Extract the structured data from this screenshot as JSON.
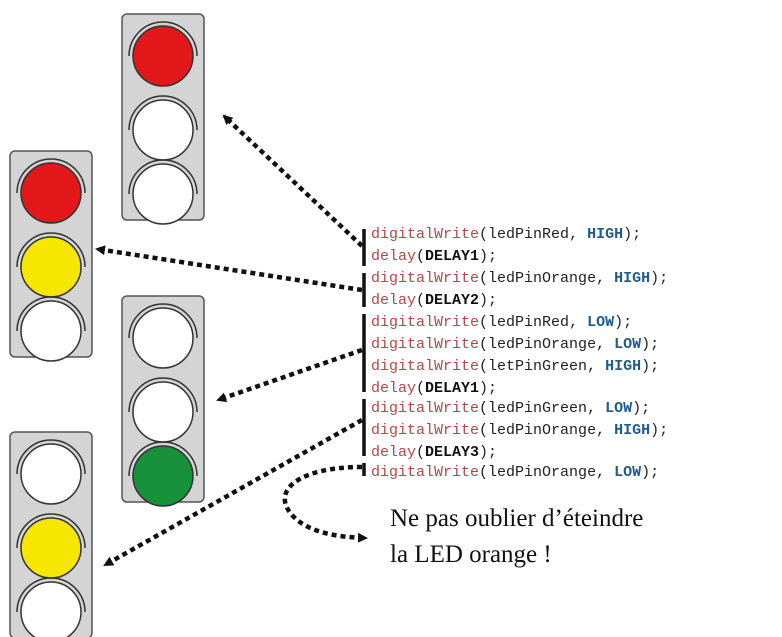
{
  "colors": {
    "red": "#e3181b",
    "yellow": "#f6e600",
    "green": "#17923a",
    "off": "#ffffff",
    "housing": "#d4d4d4",
    "function_text": "#b34747",
    "keyword_text": "#1d5c8c"
  },
  "traffic_lights": [
    {
      "id": "tl-red-only",
      "lamps": [
        "red",
        "off",
        "off"
      ]
    },
    {
      "id": "tl-red-orange",
      "lamps": [
        "red",
        "yellow",
        "off"
      ]
    },
    {
      "id": "tl-green-only",
      "lamps": [
        "off",
        "off",
        "green"
      ]
    },
    {
      "id": "tl-orange-only",
      "lamps": [
        "off",
        "yellow",
        "off"
      ]
    }
  ],
  "code": [
    {
      "func": "digitalWrite",
      "arg": "ledPinRed",
      "value": "HIGH"
    },
    {
      "func": "delay",
      "value": "DELAY1"
    },
    {
      "func": "digitalWrite",
      "arg": "ledPinOrange",
      "value": "HIGH"
    },
    {
      "func": "delay",
      "value": "DELAY2"
    },
    {
      "func": "digitalWrite",
      "arg": "ledPinRed",
      "value": "LOW"
    },
    {
      "func": "digitalWrite",
      "arg": "ledPinOrange",
      "value": "LOW"
    },
    {
      "func": "digitalWrite",
      "arg": "letPinGreen",
      "value": "HIGH"
    },
    {
      "func": "delay",
      "value": "DELAY1"
    },
    {
      "func": "digitalWrite",
      "arg": "ledPinGreen",
      "value": "LOW"
    },
    {
      "func": "digitalWrite",
      "arg": "ledPinOrange",
      "value": "HIGH"
    },
    {
      "func": "delay",
      "value": "DELAY3"
    },
    {
      "func": "digitalWrite",
      "arg": "ledPinOrange",
      "value": "LOW"
    }
  ],
  "note": {
    "line1": "Ne pas oublier d’éteindre",
    "line2": "la LED orange !"
  }
}
